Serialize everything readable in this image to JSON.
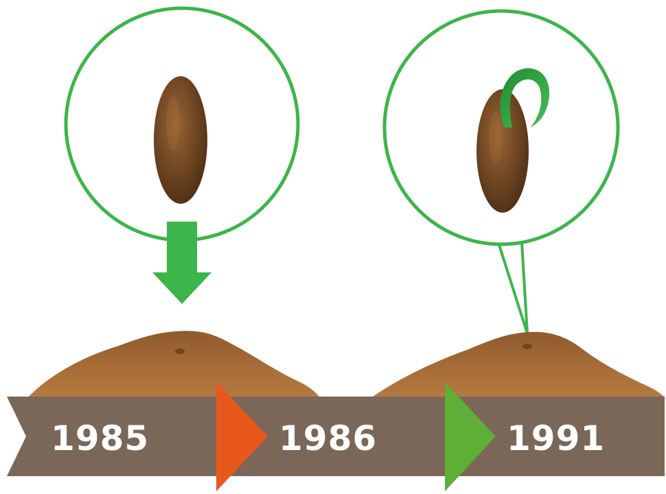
{
  "colors": {
    "circle_stroke": "#3cb54a",
    "drop_arrow": "#3cb54a",
    "band": "#7a6758",
    "chevron_first": "#e8581c",
    "chevron_second": "#5fae35",
    "seed": "#6a4221",
    "soil": "#9b6432",
    "sprout": "#2eaa3e"
  },
  "timeline": {
    "years": [
      "1985",
      "1986",
      "1991"
    ]
  },
  "scenes": [
    {
      "name": "seed-planted",
      "seed_state": "dormant",
      "indicator": "down-arrow"
    },
    {
      "name": "seed-sprouting",
      "seed_state": "sprouted",
      "indicator": "callout-pointer"
    }
  ]
}
